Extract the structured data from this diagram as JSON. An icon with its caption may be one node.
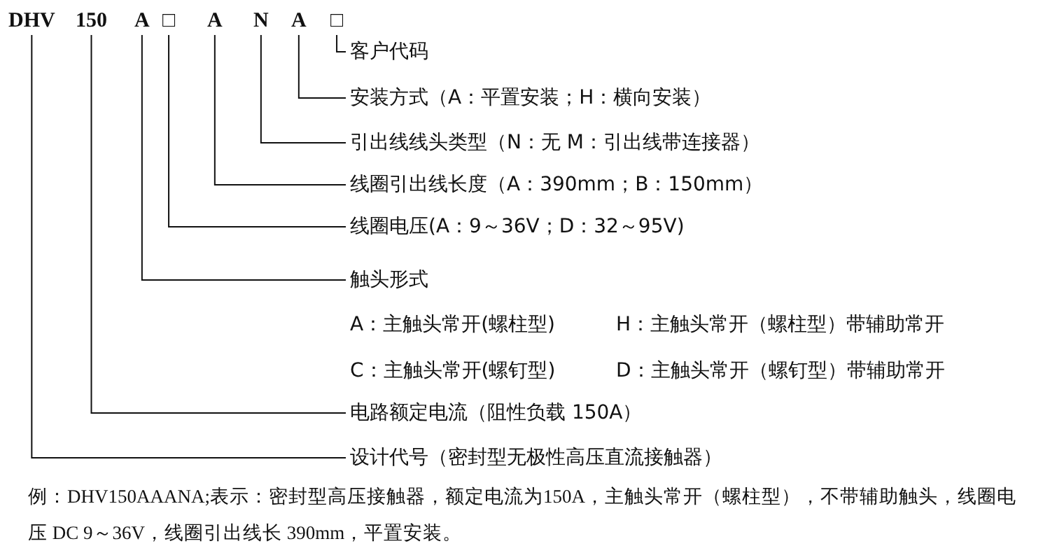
{
  "diagram": {
    "caption": "例：DHV150AAANA;表示：密封型高压接触器，额定电流为150A，主触头常开（螺柱型），不带辅助触头，线圈电压 DC 9～36V，线圈引出线长 390mm，平置安装。",
    "nodes": [
      {
        "text": [
          "DHV"
        ]
      },
      {
        "text": [
          "150"
        ]
      },
      {
        "text": [
          "A"
        ]
      },
      {
        "text": [
          "□"
        ]
      },
      {
        "text": [
          "A"
        ]
      },
      {
        "text": [
          "N"
        ]
      },
      {
        "text": [
          "A"
        ]
      },
      {
        "text": [
          "□"
        ]
      },
      {
        "text": [
          "客户代码"
        ]
      },
      {
        "text": [
          "安装方式（A：平置安装；H：横向安装）"
        ]
      },
      {
        "text": [
          "引出线线头类型（N：无 M：引出线带连接器）"
        ]
      },
      {
        "text": [
          "线圈引出线长度（A：390mm；B：150mm）"
        ]
      },
      {
        "text": [
          "线圈电压(A：9～36V；D：32～95V)"
        ]
      },
      {
        "text": [
          "触头形式"
        ]
      },
      {
        "text": [
          "电路额定电流（阻性负载 150A）"
        ]
      },
      {
        "text": [
          "设计代号（密封型无极性高压直流接触器）"
        ]
      }
    ],
    "edges": [
      {
        "from": 7,
        "to": 8,
        "arrow": "none"
      },
      {
        "from": 6,
        "to": 9,
        "arrow": "none"
      },
      {
        "from": 5,
        "to": 10,
        "arrow": "none"
      },
      {
        "from": 4,
        "to": 11,
        "arrow": "none"
      },
      {
        "from": 3,
        "to": 12,
        "arrow": "none"
      },
      {
        "from": 2,
        "to": 13,
        "arrow": "none"
      },
      {
        "from": 1,
        "to": 14,
        "arrow": "none"
      },
      {
        "from": 0,
        "to": 15,
        "arrow": "none"
      }
    ],
    "labels": [
      "A：主触头常开(螺柱型)",
      "H：主触头常开（螺柱型）带辅助常开",
      "C：主触头常开(螺钉型)",
      "D：主触头常开（螺钉型）带辅助常开"
    ]
  }
}
